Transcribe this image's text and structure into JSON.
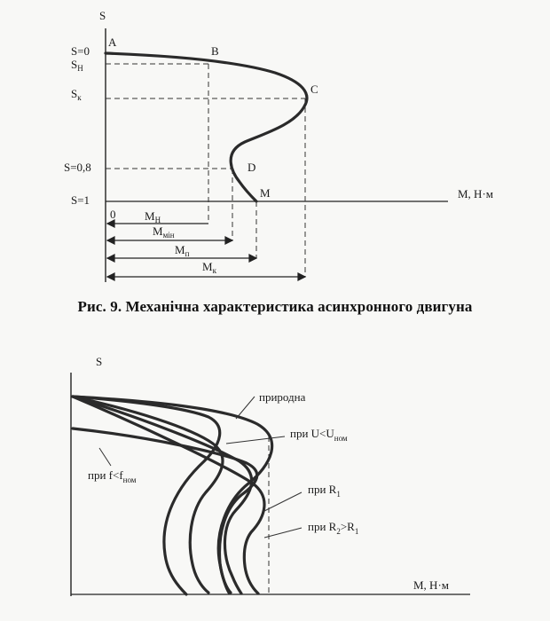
{
  "figure1": {
    "axis_y": "S",
    "axis_x": "M, Н·м",
    "points": {
      "A": "A",
      "B": "B",
      "C": "C",
      "D": "D",
      "M": "M"
    },
    "y_labels": {
      "s0": "S=0",
      "sn_main": "S",
      "sn_sub": "Н",
      "sk_main": "S",
      "sk_sub": "к",
      "s08": "S=0,8",
      "s1": "S=1"
    },
    "origin": "0",
    "torques": {
      "mn_main": "М",
      "mn_sub": "Н",
      "mmin_main": "М",
      "mmin_sub": "мін",
      "mp_main": "М",
      "mp_sub": "п",
      "mk_main": "М",
      "mk_sub": "к"
    },
    "caption": "Рис. 9. Механічна характеристика асинхронного двигуна"
  },
  "figure2": {
    "axis_y": "S",
    "axis_x": "M, Н·м",
    "labels": {
      "natural": "природна",
      "u_pre": "при U<U",
      "u_sub": "ном",
      "f_pre": "при f<f",
      "f_sub": "ном",
      "r1_pre": "при R",
      "r1_sub": "1",
      "r2_pre": "при R",
      "r2_sub1": "2",
      "r2_mid": ">R",
      "r2_sub2": "1"
    }
  }
}
